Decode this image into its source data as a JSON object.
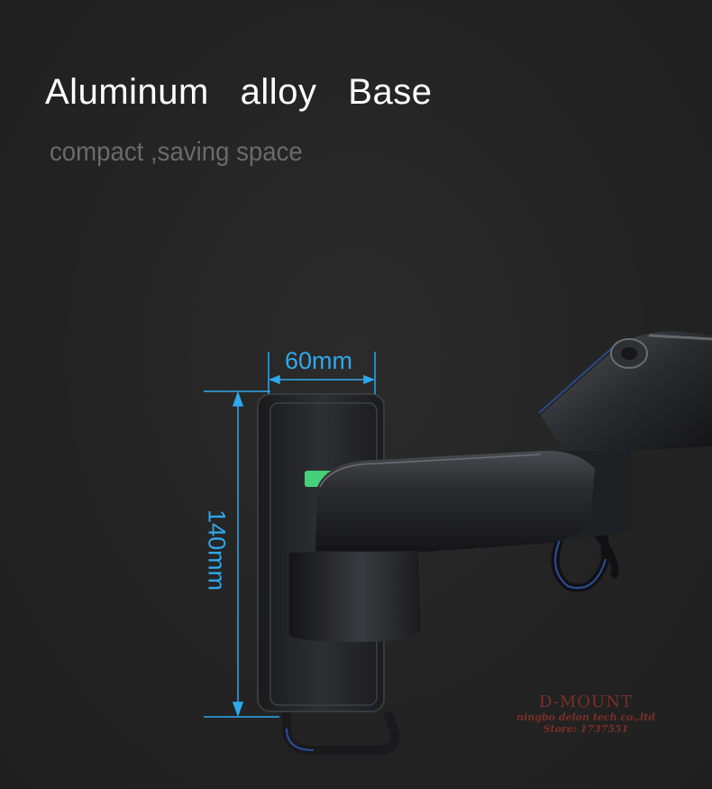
{
  "header": {
    "title": "Aluminum   alloy   Base",
    "subtitle": "compact ,saving space"
  },
  "dimensions": {
    "width_label": "60mm",
    "height_label": "140mm"
  },
  "watermark": {
    "brand": "D-MOUNT",
    "company": "ningbo delon tech co.,ltd",
    "store": "Store: 1737551"
  },
  "colors": {
    "background": "#252525",
    "title": "#ffffff",
    "subtitle": "#6a6a6a",
    "dimension": "#2fa8ec",
    "indicator": "#45d17a",
    "watermark": "#c0392b"
  }
}
